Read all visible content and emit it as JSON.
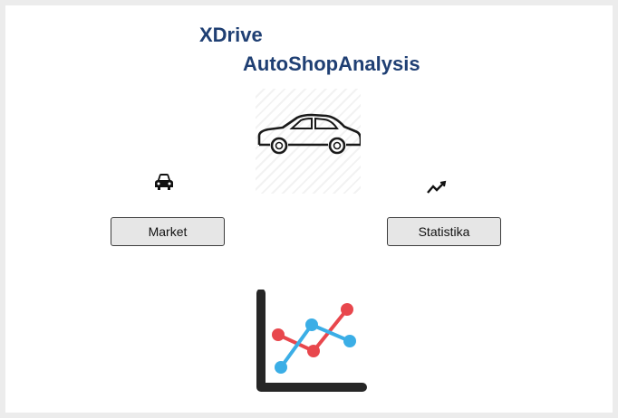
{
  "header": {
    "title_line1": "XDrive",
    "title_line2": "AutoShopAnalysis",
    "color": "#1f3f73"
  },
  "hero_image": {
    "icon": "car-outline-icon"
  },
  "market": {
    "icon": "car-front-icon",
    "button_label": "Market"
  },
  "statistika": {
    "icon": "trend-icon",
    "button_label": "Statistika"
  },
  "bottom_image": {
    "icon": "line-chart-icon",
    "colors": {
      "red": "#e8474d",
      "blue": "#3baee6",
      "axis": "#262626"
    }
  }
}
